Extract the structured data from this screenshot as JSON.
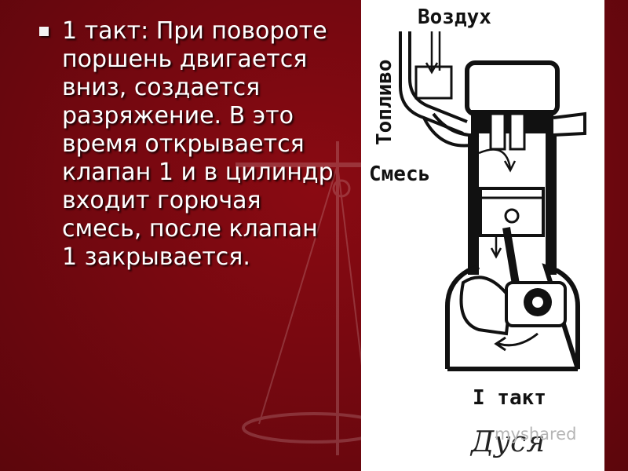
{
  "slide": {
    "bullet_text": "1 такт: При повороте поршень двигается вниз, создается разряжение. В это время открывается клапан 1 и в цилиндр входит горючая смесь, после клапан 1 закрывается."
  },
  "diagram": {
    "label_air": "Воздух",
    "label_fuel": "Топливо",
    "label_mixture": "Смесь",
    "label_stroke": "I такт",
    "handwritten": "Дуся",
    "watermark": "myshared"
  },
  "colors": {
    "background": "#760810",
    "text": "#ffffff",
    "panel": "#ffffff"
  },
  "icons": [
    "bullet-square-icon",
    "engine-diagram",
    "scales-background-icon",
    "rotation-arrow-icon"
  ]
}
